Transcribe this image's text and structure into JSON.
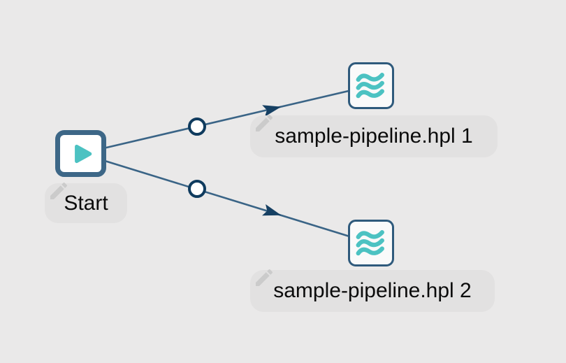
{
  "canvas": {
    "type": "workflow-editor-canvas",
    "background": "#eae9e9"
  },
  "palette": {
    "hop_line": "#3a6486",
    "hop_arrow": "#164063",
    "hop_circle_stroke": "#0f3b5e",
    "hop_circle_fill": "#ffffff",
    "start_node_border": "#3d6787",
    "start_node_fill": "#ffffff",
    "pipeline_node_border": "#2f5a7c",
    "pipeline_node_fill": "#fafafa",
    "teal_accent": "#4cc2c2",
    "label_pill_fill": "#e2e1e1",
    "label_text": "#0b0b0b",
    "edit_pencil_gray": "#cbcbcb"
  },
  "workflow": {
    "nodes": [
      {
        "id": "start",
        "type": "start-action",
        "label": "Start",
        "icon": "play-icon"
      },
      {
        "id": "pipeline-1",
        "type": "pipeline-action",
        "label": "sample-pipeline.hpl 1",
        "icon": "pipeline-waves-icon"
      },
      {
        "id": "pipeline-2",
        "type": "pipeline-action",
        "label": "sample-pipeline.hpl 2",
        "icon": "pipeline-waves-icon"
      }
    ],
    "hops": [
      {
        "from": "Start",
        "to": "sample-pipeline.hpl 1"
      },
      {
        "from": "Start",
        "to": "sample-pipeline.hpl 2"
      }
    ]
  }
}
